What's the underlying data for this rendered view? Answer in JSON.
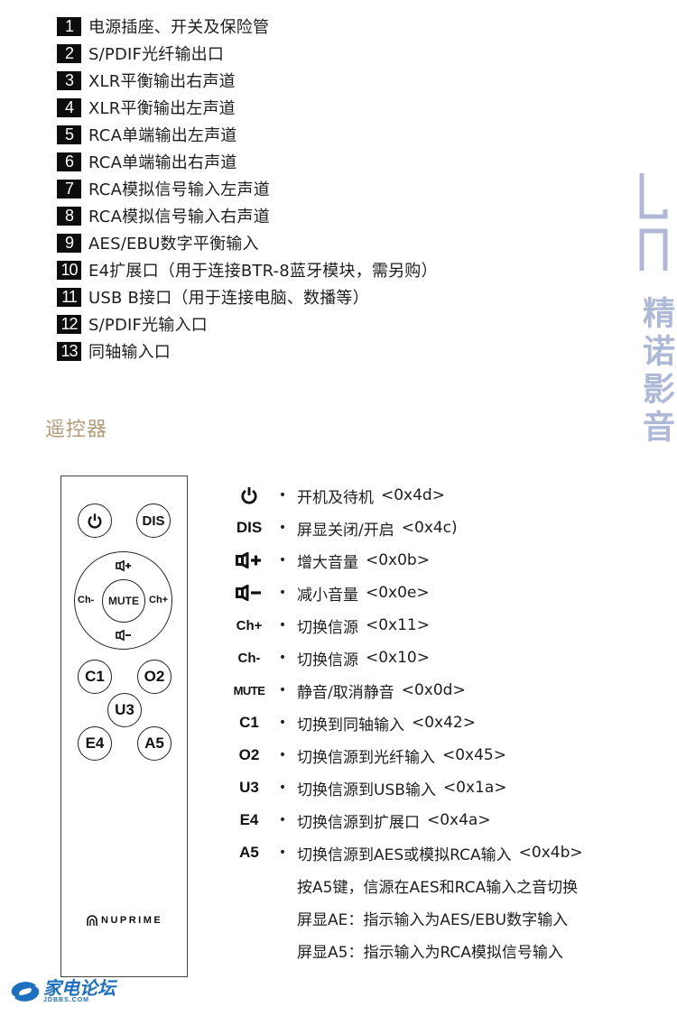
{
  "ports": [
    {
      "num": "1",
      "label": "电源插座、开关及保险管"
    },
    {
      "num": "2",
      "label": "S/PDIF光纤输出口"
    },
    {
      "num": "3",
      "label": "XLR平衡输出右声道"
    },
    {
      "num": "4",
      "label": "XLR平衡输出左声道"
    },
    {
      "num": "5",
      "label": "RCA单端输出左声道"
    },
    {
      "num": "6",
      "label": "RCA单端输出右声道"
    },
    {
      "num": "7",
      "label": "RCA模拟信号输入左声道"
    },
    {
      "num": "8",
      "label": "RCA模拟信号输入右声道"
    },
    {
      "num": "9",
      "label": "AES/EBU数字平衡输入"
    },
    {
      "num": "10",
      "label": "E4扩展口（用于连接BTR-8蓝牙模块，需另购）"
    },
    {
      "num": "11",
      "label": "USB B接口（用于连接电脑、数播等）"
    },
    {
      "num": "12",
      "label": "S/PDIF光输入口"
    },
    {
      "num": "13",
      "label": "同轴输入口"
    }
  ],
  "brand_watermark": {
    "text": "精诺影音",
    "color": "#aeb9d8"
  },
  "section_title": "遥控器",
  "remote": {
    "buttons": {
      "power": "power-icon",
      "dis": "DIS",
      "vol_up": "speaker-plus-icon",
      "vol_down": "speaker-minus-icon",
      "ch_minus": "Ch-",
      "ch_plus": "Ch+",
      "mute": "MUTE",
      "c1": "C1",
      "o2": "O2",
      "u3": "U3",
      "e4": "E4",
      "a5": "A5"
    },
    "logo": "NUPRIME"
  },
  "keys": [
    {
      "symbol": "power-icon",
      "bullet": "•",
      "desc": "开机及待机",
      "code": "<0x4d>"
    },
    {
      "symbol": "DIS",
      "bullet": "•",
      "desc": "屏显关闭/开启",
      "code": "<0x4c)"
    },
    {
      "symbol": "speaker-plus-icon",
      "bullet": "•",
      "desc": "增大音量",
      "code": "<0x0b>"
    },
    {
      "symbol": "speaker-minus-icon",
      "bullet": "•",
      "desc": "减小音量",
      "code": "<0x0e>"
    },
    {
      "symbol": "Ch+",
      "bullet": "•",
      "desc": "切换信源",
      "code": " <0x11>"
    },
    {
      "symbol": "Ch-",
      "bullet": "•",
      "desc": "切换信源",
      "code": "<0x10>"
    },
    {
      "symbol": "MUTE",
      "bullet": "•",
      "desc": "静音/取消静音",
      "code": "<0x0d>"
    },
    {
      "symbol": "C1",
      "bullet": "•",
      "desc": "切换到同轴输入",
      "code": "<0x42>"
    },
    {
      "symbol": "O2",
      "bullet": "•",
      "desc": "切换信源到光纤输入",
      "code": "<0x45>"
    },
    {
      "symbol": "U3",
      "bullet": "•",
      "desc": "切换信源到USB输入",
      "code": "<0x1a>"
    },
    {
      "symbol": "E4",
      "bullet": "•",
      "desc": "切换信源到扩展口",
      "code": "<0x4a>"
    },
    {
      "symbol": "A5",
      "bullet": "•",
      "desc": "切换信源到AES或模拟RCA输入",
      "code": "<0x4b>"
    }
  ],
  "notes": [
    "按A5键，信源在AES和RCA输入之音切换",
    "屏显AE：指示输入为AES/EBU数字输入",
    "屏显A5：指示输入为RCA模拟信号输入"
  ],
  "forum_watermark": {
    "cn": "家电论坛",
    "en": "JDBBS.COM",
    "color": "#1d6fbf"
  }
}
